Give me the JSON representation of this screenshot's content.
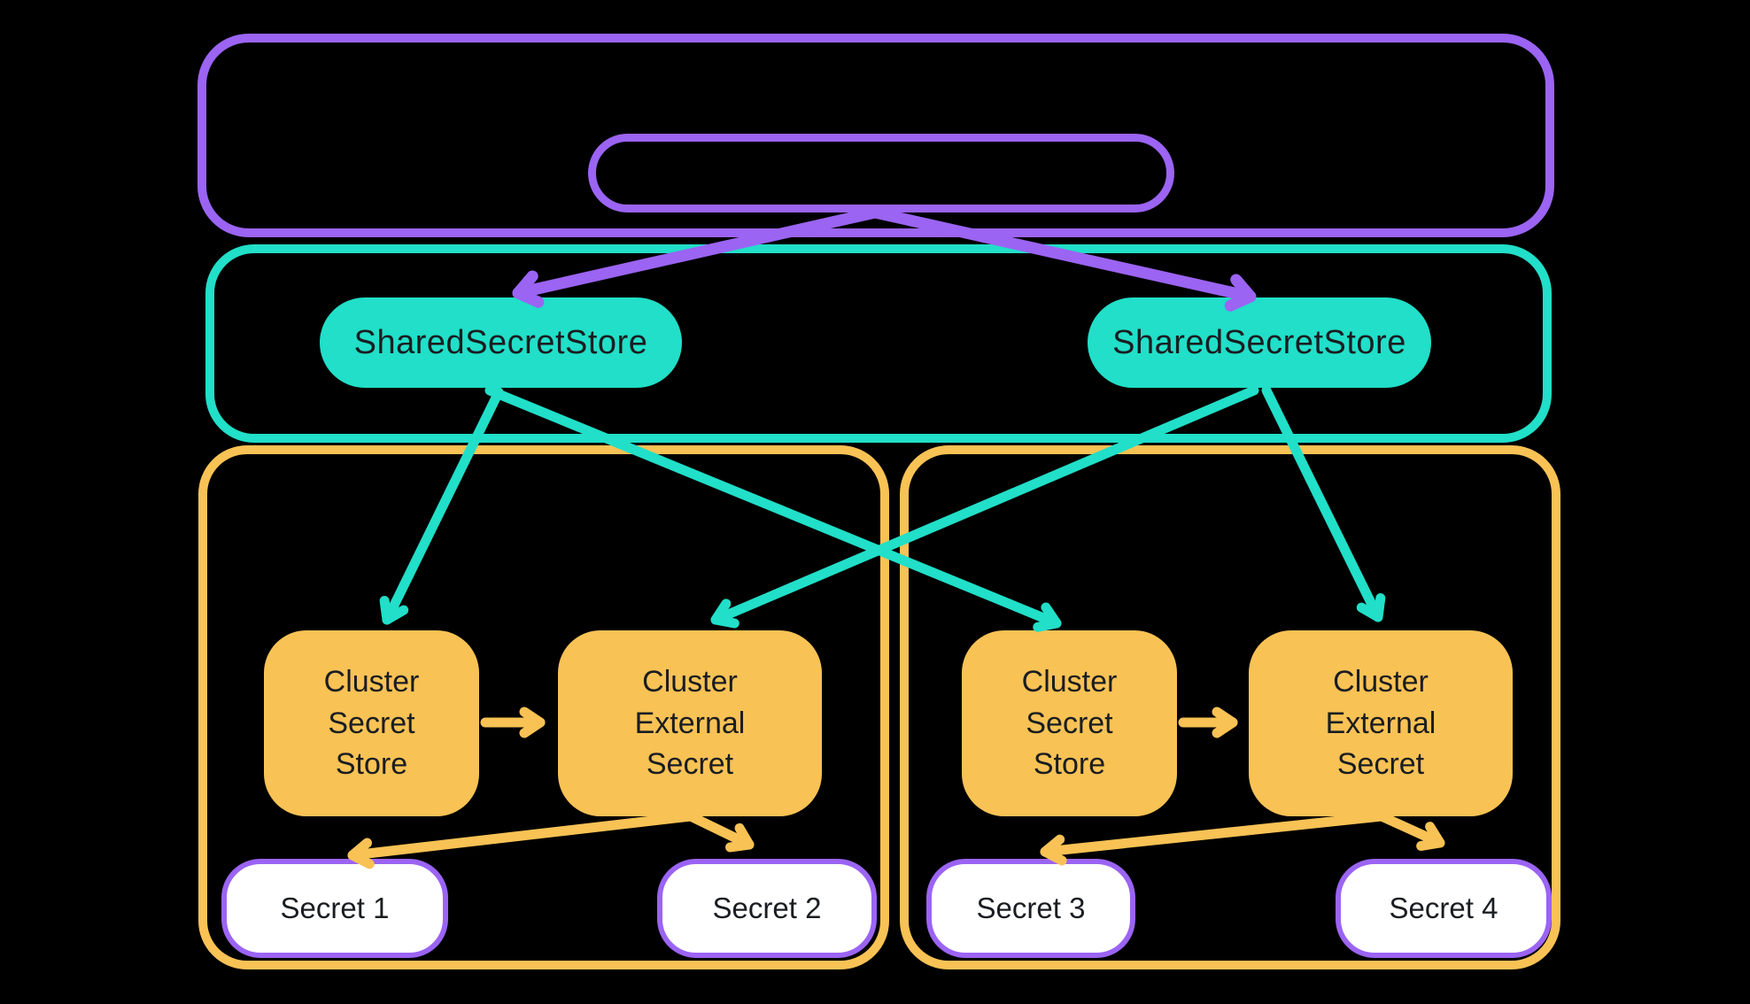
{
  "diagram": {
    "background": "#000000",
    "palette": {
      "purple": "#9B64F3",
      "teal": "#21DFC8",
      "orange": "#F8C255",
      "text_dark": "#1A1D21",
      "white": "#FFFFFF"
    },
    "nodes": {
      "sss_left": {
        "label": "SharedSecretStore"
      },
      "sss_right": {
        "label": "SharedSecretStore"
      },
      "css_left": {
        "label": "Cluster Secret Store"
      },
      "ces_left": {
        "label": "Cluster External Secret"
      },
      "css_right": {
        "label": "Cluster Secret Store"
      },
      "ces_right": {
        "label": "Cluster External Secret"
      },
      "secret_1": {
        "label": "Secret 1"
      },
      "secret_2": {
        "label": "Secret 2"
      },
      "secret_3": {
        "label": "Secret 3"
      },
      "secret_4": {
        "label": "Secret 4"
      }
    },
    "edges": [
      {
        "from": "controller-pill",
        "to": "sss_left",
        "color": "purple"
      },
      {
        "from": "controller-pill",
        "to": "sss_right",
        "color": "purple"
      },
      {
        "from": "sss_left",
        "to": "css_left",
        "color": "teal"
      },
      {
        "from": "sss_left",
        "to": "css_right",
        "color": "teal"
      },
      {
        "from": "sss_right",
        "to": "ces_left",
        "color": "teal"
      },
      {
        "from": "sss_right",
        "to": "ces_right",
        "color": "teal"
      },
      {
        "from": "css_left",
        "to": "ces_left",
        "color": "orange"
      },
      {
        "from": "css_right",
        "to": "ces_right",
        "color": "orange"
      },
      {
        "from": "ces_left",
        "to": "secret_1",
        "color": "orange"
      },
      {
        "from": "ces_left",
        "to": "secret_2",
        "color": "orange"
      },
      {
        "from": "ces_right",
        "to": "secret_3",
        "color": "orange"
      },
      {
        "from": "ces_right",
        "to": "secret_4",
        "color": "orange"
      }
    ]
  }
}
